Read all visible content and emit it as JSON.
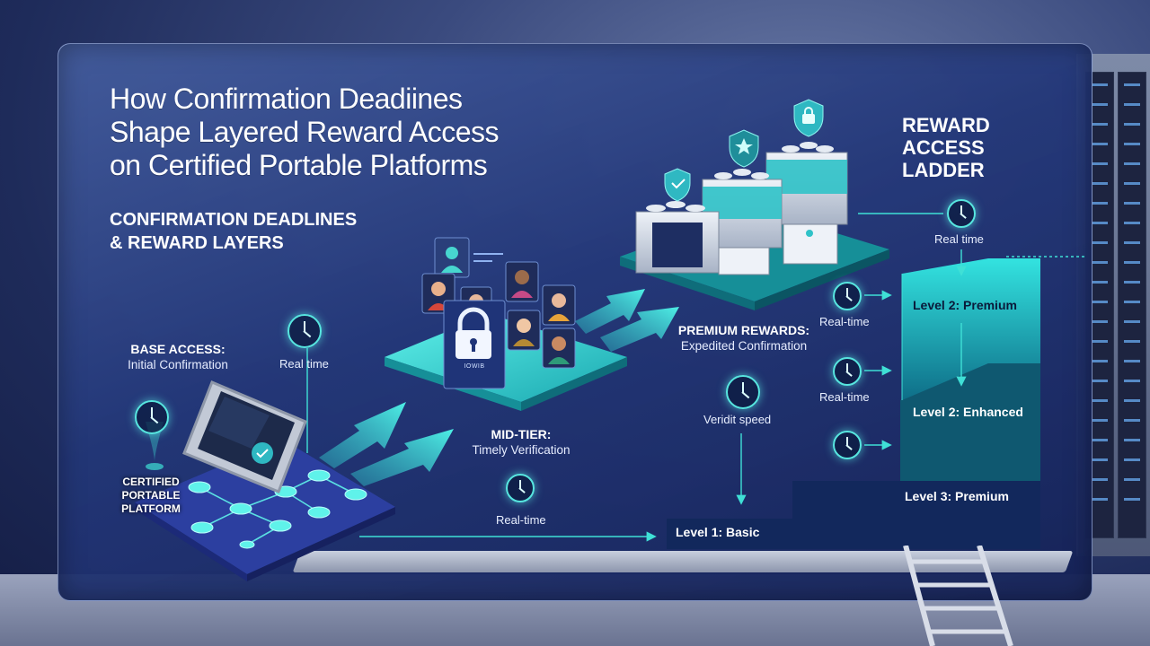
{
  "title_lines": [
    "How Confirmation Deadiines",
    "Shape Layered Reward Access",
    "on Certified Portable Platforms"
  ],
  "subtitle_lines": [
    "Confirmation Deadlines",
    "& Reward Layers"
  ],
  "ladder_title_lines": [
    "Reward",
    "Access",
    "Ladder"
  ],
  "base_access": {
    "title": "BASE ACCESS:",
    "desc": "Initial Confirmation"
  },
  "mid_tier": {
    "title": "MID-TIER:",
    "desc": "Timely Verification"
  },
  "premium_rewards": {
    "title": "PREMIUM REWARDS:",
    "desc": "Expedited Confirmation"
  },
  "platform_label": [
    "CERTIFIED",
    "PORTABLE",
    "PLATFORM"
  ],
  "realtime_labels": {
    "base": "Real time",
    "bottom": "Real-time",
    "ladder_top": "Real time",
    "ladder_1": "Real-time",
    "ladder_2": "Real-time"
  },
  "verified_speed": "Veridit speed",
  "lock_badge": "IOWIB",
  "levels": {
    "l1": "Level 1: Basic",
    "l2_premium": "Level 2: Premium",
    "l2_enhanced": "Level 2: Enhanced",
    "l3_premium": "Level 3: Premium"
  },
  "colors": {
    "accent": "#3fe0d6",
    "teal_dark": "#1a9fa6",
    "navy": "#17275e"
  },
  "icons": [
    "clock-icon",
    "lock-icon",
    "shield-icon",
    "star-shield-icon",
    "user-avatar-icon",
    "treasure-chest-icon",
    "tablet-icon"
  ]
}
